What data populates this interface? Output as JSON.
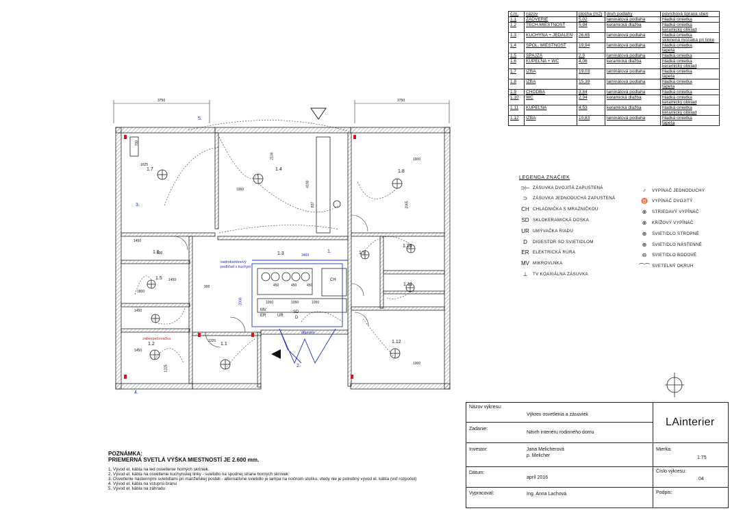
{
  "room_table": {
    "headers": [
      "č.m.",
      "názov",
      "plocha (m2)",
      "druh podlahy",
      "povrchová úprava stien"
    ],
    "rows": [
      [
        "1.1",
        "ZÁDVERIE",
        "5,02",
        "laminátová podlaha",
        "hladká omietka",
        ""
      ],
      [
        "1.2",
        "TECH.MIESTNOSŤ",
        "5,94",
        "keramická dlažba",
        "hladká omietka",
        "keramický obklad"
      ],
      [
        "1.3",
        "KUCHYŇA + JEDÁLEŇ",
        "26,65",
        "laminátová podlaha",
        "hladká omietka",
        "sklenená mozaika pri linke"
      ],
      [
        "1.4",
        "SPOL. MIESTNOSŤ",
        "19,94",
        "laminátová podlaha",
        "hladká omietka",
        "tapeta"
      ],
      [
        "1.5",
        "ŠPAJZA",
        "2,9",
        "laminátová podlaha",
        "hladká omietka",
        ""
      ],
      [
        "1.6",
        "KÚPEĽŇA + WC",
        "4,06",
        "keramická dlažba",
        "hladká omietka",
        "keramický obklad"
      ],
      [
        "1.7",
        "IZBA",
        "19,03",
        "laminátová podlaha",
        "hladká omietka",
        "tapeta"
      ],
      [
        "1.8",
        "IZBA",
        "15,39",
        "laminátová podlaha",
        "hladká omietka",
        "tapeta"
      ],
      [
        "1.9",
        "CHODBA",
        "3,84",
        "laminátová podlaha",
        "hladká omietka",
        ""
      ],
      [
        "1.10",
        "WC",
        "2,94",
        "keramická dlažba",
        "hladká omietka",
        "keramický obklad"
      ],
      [
        "1.11",
        "KÚPEĽŇA",
        "4,53",
        "keramická dlažba",
        "hladká omietka",
        "keramický obklad"
      ],
      [
        "1.12",
        "IZBA",
        "10,83",
        "laminátová podlaha",
        "hladká omietka",
        "tapeta"
      ]
    ]
  },
  "legend": {
    "title": "LEGENDA ZNAČIEK",
    "left": [
      {
        "sym": "⊃⊢",
        "text": "ZÁSUVKA DVOJITÁ ZAPUSTENÁ"
      },
      {
        "sym": "⊃",
        "text": "ZÁSUVKA JEDNODUCHÁ ZAPUSTENÁ"
      },
      {
        "sym": "CH",
        "text": "CHLADNIČKA S MRAZNIČKOU"
      },
      {
        "sym": "SD",
        "text": "SKLOKERAMICKÁ DOSKA"
      },
      {
        "sym": "UR",
        "text": "UMÝVAČKA RIADU"
      },
      {
        "sym": "D",
        "text": "DIGESTOR SO SVIETIDLOM"
      },
      {
        "sym": "ER",
        "text": "ELEKTRICKÁ RÚRA"
      },
      {
        "sym": "MV",
        "text": "MIKROVLNKA"
      },
      {
        "sym": "⊥",
        "text": "TV KOAXIÁLNA ZÁSUVKA"
      }
    ],
    "right": [
      {
        "sym": "♂",
        "text": "VYPÍNAČ JEDNODUCHÝ"
      },
      {
        "sym": "♉",
        "text": "VYPÍNAČ DVOJITÝ"
      },
      {
        "sym": "⊗",
        "text": "STRIEDAVÝ VYPÍNAČ"
      },
      {
        "sym": "⊗",
        "text": "KRÍŽOVÝ VYPÍNAČ"
      },
      {
        "sym": "⊕",
        "text": "SVIETIDLO STROPNÉ"
      },
      {
        "sym": "⊕",
        "text": "SVIETIDLO NÁSTENNÉ"
      },
      {
        "sym": "⊖",
        "text": "SVIETIDLO BODOVÉ"
      },
      {
        "sym": "⌒⌒",
        "text": "SVETELNÝ OKRUH"
      }
    ]
  },
  "notes": {
    "heading1": "POZNÁMKA:",
    "heading2": "PRIEMERNÁ SVETLÁ VÝŠKA MIESTNOSTÍ JE 2.600 mm.",
    "items": [
      "1. Vývod el. kábla na led osvetlenie horných skriniek.",
      "2. Vývod el. kábla na osvetlenie kuchynskej linky - svietidlo na spodnej strane horných skriniek",
      "3. Osvetlenie nástennými svietidlami pri manželskej posteli - alternatívne svietidlo je lampa na nočnom stolíku, vtedy nie je potrebný vývod el. kábla (viď rozpočet)",
      "4. Vývod el. kábla na vstupnú bránu",
      "5. Vývod el. kábla na záhradu"
    ]
  },
  "title_block": {
    "nazov_label": "Názov výkresu:",
    "nazov_value": "Výkres osvetlenia a zásuviek",
    "zadanie_label": "Zadanie:",
    "zadanie_value": "Návrh interiéru rodinného domu",
    "investor_label": "Investor:",
    "investor_value1": "Jana Melicherová",
    "investor_value2": "p. Melicher",
    "datum_label": "Dátum:",
    "datum_value": "apríl 2016",
    "vypracoval_label": "Vypracoval:",
    "vypracoval_value": "Ing. Anna Lachová",
    "brand": "LAinterier",
    "mierka_label": "Mierka:",
    "mierka_value": "1:75",
    "cislo_label": "Číslo výkresu:",
    "cislo_value": "04",
    "podpis_label": "Podpis:"
  },
  "plan": {
    "dims": [
      "3750",
      "3750",
      "1625",
      "1960",
      "2100",
      "1900",
      "2065",
      "1450",
      "1450",
      "1800",
      "1450",
      "1225",
      "1450",
      "1900",
      "3460",
      "450",
      "450",
      "450",
      "1050",
      "1050",
      "1050",
      "900",
      "600",
      "2000",
      "1225",
      "4190",
      "837",
      "700"
    ],
    "rooms": [
      "1.1",
      "1.2",
      "1.3",
      "1.4",
      "1.5",
      "1.6",
      "1.7",
      "1.8",
      "1.9",
      "1.10",
      "1.11",
      "1.12"
    ],
    "markers": [
      "1.",
      "2.",
      "3.",
      "4.",
      "5."
    ],
    "annot_blue1": "sadrokartónový",
    "annot_blue2": "podhľad v kuchyni",
    "annot_blue3": "digestor",
    "annot_red": "zabezpečovačka",
    "kitchen": [
      "CH",
      "MV",
      "ER",
      "UR",
      "SD",
      "D"
    ]
  },
  "colors": {
    "line": "#222222",
    "blue": "#1c2fb8",
    "red": "#d8141e"
  }
}
